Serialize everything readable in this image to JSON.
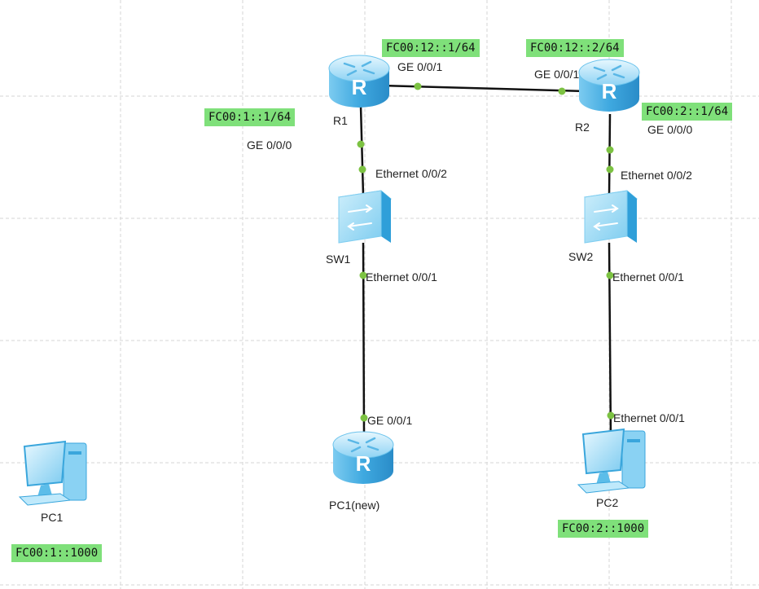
{
  "devices": {
    "r1": {
      "name": "R1",
      "icon": "router-icon"
    },
    "r2": {
      "name": "R2",
      "icon": "router-icon"
    },
    "sw1": {
      "name": "SW1",
      "icon": "switch-icon"
    },
    "sw2": {
      "name": "SW2",
      "icon": "switch-icon"
    },
    "pc1_new": {
      "name": "PC1(new)",
      "icon": "router-icon"
    },
    "pc1": {
      "name": "PC1",
      "icon": "pc-icon"
    },
    "pc2": {
      "name": "PC2",
      "icon": "pc-icon"
    }
  },
  "ports": {
    "r1_ge001": "GE 0/0/1",
    "r2_ge001": "GE 0/0/1",
    "r1_ge000": "GE 0/0/0",
    "r2_ge000": "GE 0/0/0",
    "sw1_e002": "Ethernet 0/0/2",
    "sw2_e002": "Ethernet 0/0/2",
    "sw1_e001": "Ethernet 0/0/1",
    "sw2_e001": "Ethernet 0/0/1",
    "pc1new_ge001": "GE 0/0/1",
    "pc2_e001": "Ethernet 0/0/1"
  },
  "addresses": {
    "r1_ge001": "FC00:12::1/64",
    "r2_ge001": "FC00:12::2/64",
    "r1_ge000": "FC00:1::1/64",
    "r2_ge000": "FC00:2::1/64",
    "pc2": "FC00:2::1000",
    "pc1": "FC00:1::1000"
  },
  "colors": {
    "link": "#111111",
    "port_dot": "#7cc242",
    "address_bg": "#7fe07a",
    "grid": "#d5d5d5",
    "device_light": "#bfe9fb",
    "device_dark": "#3aa6dc"
  }
}
